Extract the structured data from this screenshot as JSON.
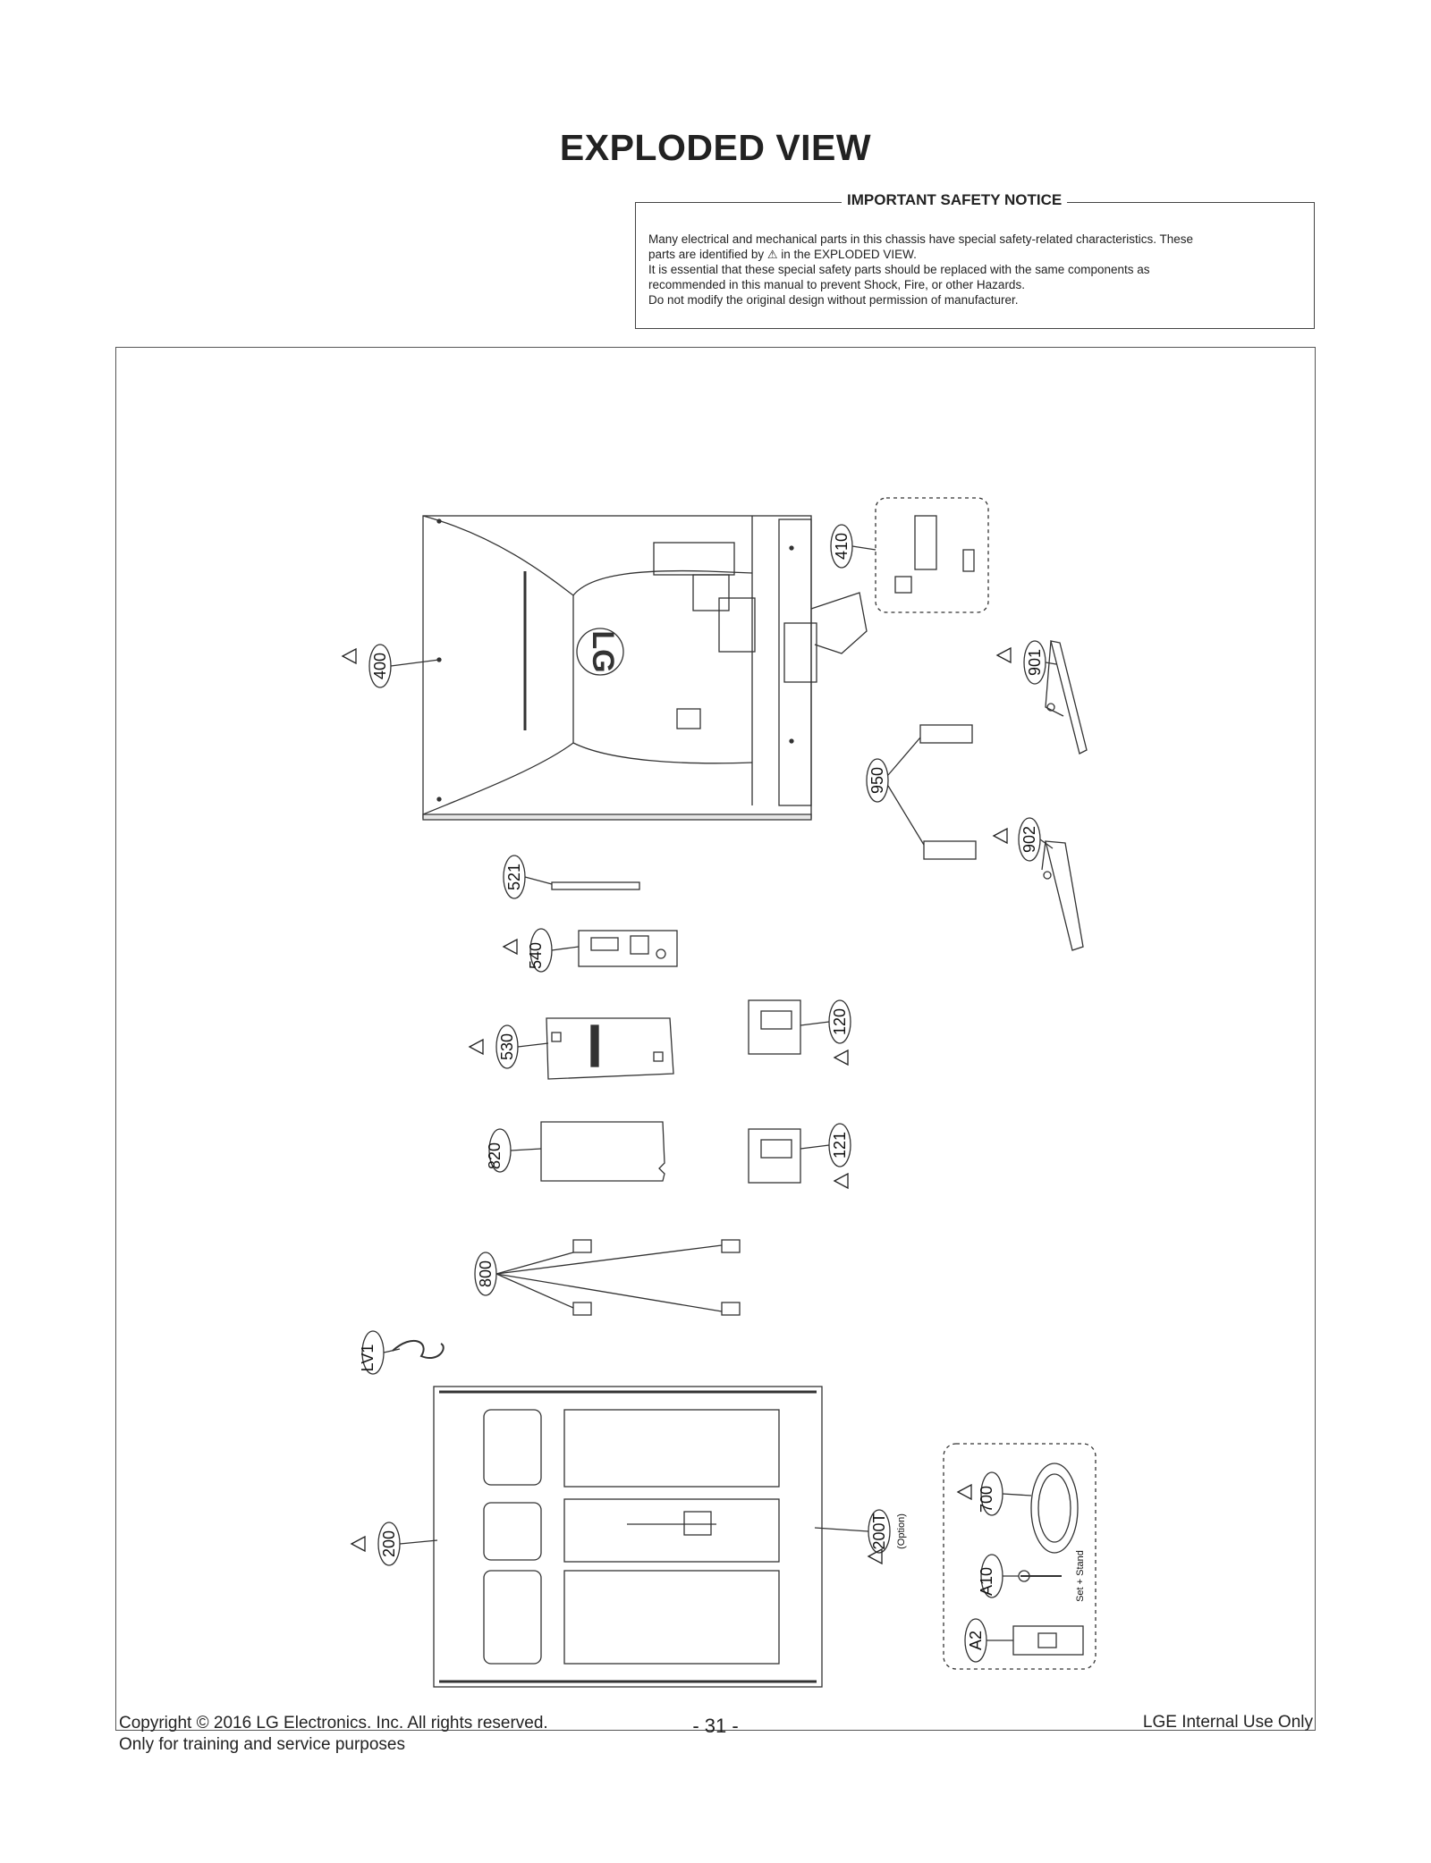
{
  "page_title": "EXPLODED VIEW",
  "notice": {
    "heading": "IMPORTANT SAFETY NOTICE",
    "line1": "Many electrical and mechanical parts in this chassis have special safety-related characteristics. These",
    "line2_before": "parts are identified by",
    "line2_after": "in the EXPLODED VIEW.",
    "line3": "It is essential that these special safety parts should be replaced with the same components as",
    "line4": "recommended in this manual to prevent Shock, Fire, or other Hazards.",
    "line5": "Do not modify the original design without permission of manufacturer."
  },
  "parts": {
    "p400": "400",
    "p410": "410",
    "p901": "901",
    "p950": "950",
    "p902": "902",
    "p521": "521",
    "p540": "540",
    "p530": "530",
    "p120": "120",
    "p820": "820",
    "p121": "121",
    "p800": "800",
    "lv1": "LV1",
    "p200": "200",
    "p200t": "200T",
    "p200t_option": "(Option)",
    "p700": "700",
    "a10": "A10",
    "a2": "A2",
    "set_stand": "Set + Stand"
  },
  "back_cover_logo": "LG",
  "footer": {
    "copyright": "Copyright  © 2016 LG Electronics. Inc. All rights reserved.",
    "training": "Only for training and service purposes",
    "page_number": "- 31 -",
    "internal": "LGE Internal Use Only"
  }
}
